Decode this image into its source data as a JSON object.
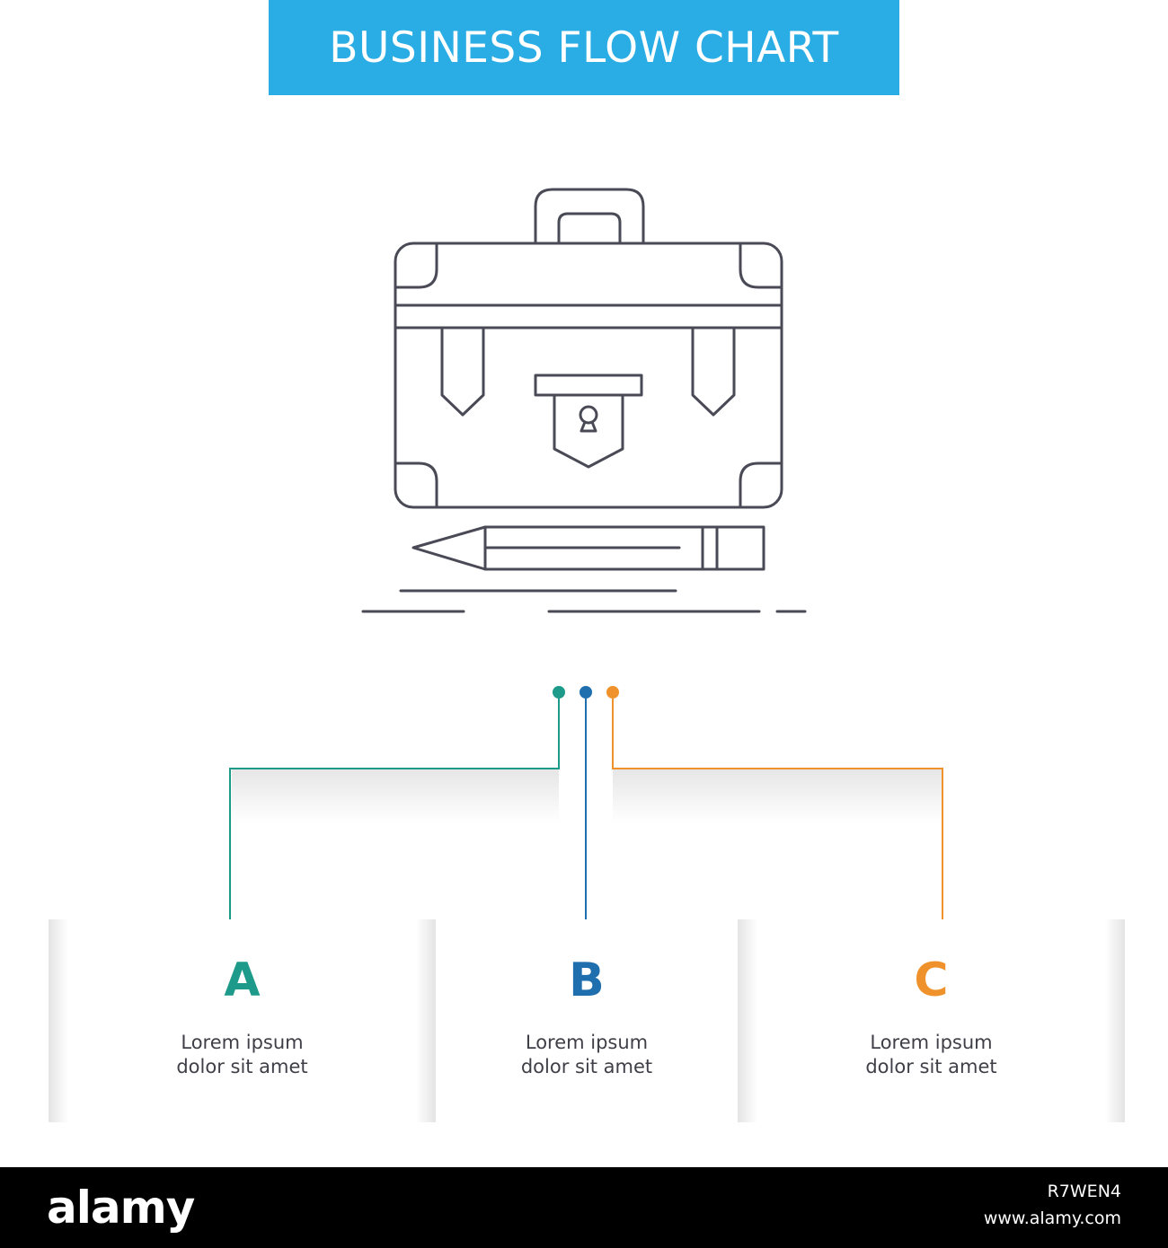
{
  "title": "BUSINESS FLOW CHART",
  "colors": {
    "banner": "#29ade4",
    "icon_stroke": "#4a4a57",
    "branch_a": "#1d9a8a",
    "branch_b": "#1f6fae",
    "branch_c": "#f0922b"
  },
  "icon": "briefcase-with-pencil-icon",
  "steps": [
    {
      "letter": "A",
      "line1": "Lorem ipsum",
      "line2": "dolor sit amet"
    },
    {
      "letter": "B",
      "line1": "Lorem ipsum",
      "line2": "dolor sit amet"
    },
    {
      "letter": "C",
      "line1": "Lorem ipsum",
      "line2": "dolor sit amet"
    }
  ],
  "footer": {
    "logo": "alamy",
    "image_id": "R7WEN4",
    "url": "www.alamy.com"
  }
}
